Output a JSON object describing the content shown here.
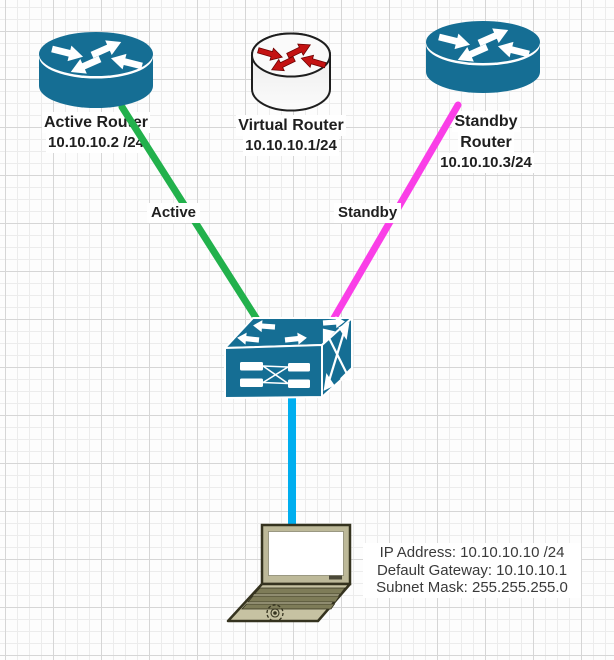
{
  "diagram": {
    "nodes": {
      "active_router": {
        "name": "Active Router",
        "ip": "10.10.10.2 /24"
      },
      "virtual_router": {
        "name": "Virtual Router",
        "ip": "10.10.10.1/24"
      },
      "standby_router": {
        "name_line1": "Standby",
        "name_line2": "Router",
        "ip": "10.10.10.3/24"
      },
      "switch": {
        "type": "workgroup-switch"
      },
      "pc": {
        "info_lines": [
          "IP Address: 10.10.10.10 /24",
          "Default Gateway: 10.10.10.1",
          "Subnet Mask: 255.255.255.0"
        ]
      }
    },
    "links": {
      "active": {
        "label": "Active",
        "color": "#22B14C"
      },
      "standby": {
        "label": "Standby",
        "color": "#FA3EE7"
      },
      "pc_link": {
        "color": "#00AEEF"
      }
    },
    "colors": {
      "device_teal": "#156E94",
      "virtual_router_body": "#FAFAFA",
      "virtual_router_arrows": "#C41212",
      "laptop_body": "#C6C2A2",
      "laptop_keyboard": "#7E7C58",
      "grid_minor": "#ECECEC",
      "grid_major": "#D6D6D6"
    }
  }
}
